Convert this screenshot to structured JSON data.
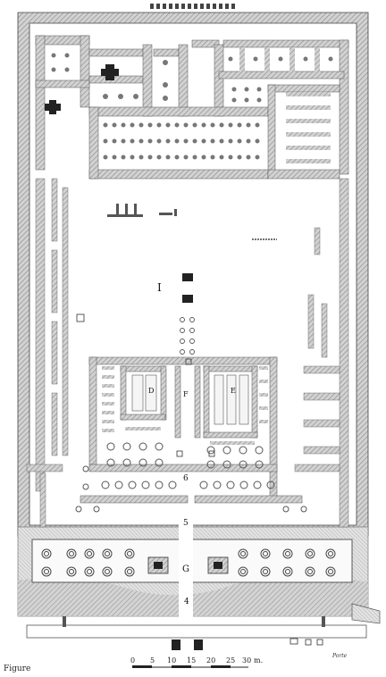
{
  "labels": {
    "I": "I",
    "F": "F",
    "D": "D",
    "E": "E",
    "six": "6",
    "five": "5",
    "G": "G",
    "four": "4"
  },
  "scale": {
    "ticks": [
      "0",
      "5",
      "10",
      "15",
      "20",
      "25",
      "30"
    ],
    "unit": "m."
  },
  "caption": "Figure",
  "signature": "Porte"
}
